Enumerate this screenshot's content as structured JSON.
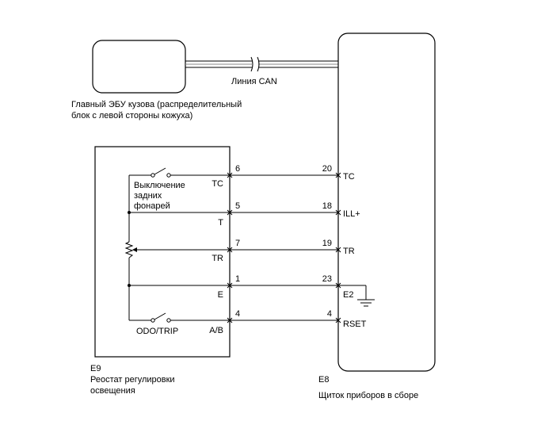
{
  "ecu": {
    "label_line1": "Главный ЭБУ кузова (распределительный",
    "label_line2": "блок с левой стороны кожуха)"
  },
  "can_label": "Линия CAN",
  "rheostat": {
    "code": "E9",
    "name_line1": "Реостат регулировки",
    "name_line2": "освещения",
    "switch1_line1": "Выключение",
    "switch1_line2": "задних",
    "switch1_line3": "фонарей",
    "switch2_label": "ODO/TRIP",
    "terminals": [
      {
        "name": "TC",
        "pin": "6"
      },
      {
        "name": "T",
        "pin": "5"
      },
      {
        "name": "TR",
        "pin": "7"
      },
      {
        "name": "E",
        "pin": "1"
      },
      {
        "name": "A/B",
        "pin": "4"
      }
    ]
  },
  "meter": {
    "code": "E8",
    "name": "Щиток приборов в сборе",
    "terminals": [
      {
        "name": "TC",
        "pin": "20"
      },
      {
        "name": "ILL+",
        "pin": "18"
      },
      {
        "name": "TR",
        "pin": "19"
      },
      {
        "name": "E2",
        "pin": "23"
      },
      {
        "name": "RSET",
        "pin": "4"
      }
    ]
  }
}
